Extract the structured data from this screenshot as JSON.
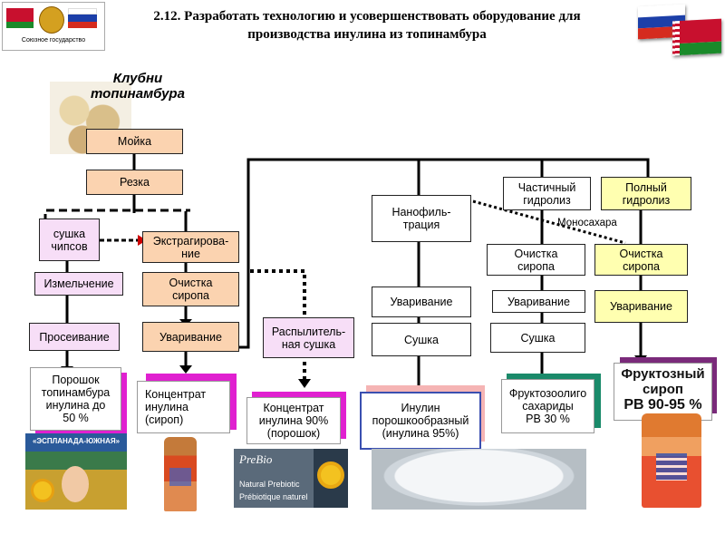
{
  "header": {
    "title_line1": "2.12. Разработать технологию и усовершенствовать оборудование для",
    "title_line2": "производства инулина из топинамбура",
    "logo_caption": "Союзное государство"
  },
  "labels": {
    "tubers": "Клубни\nтопинамбура",
    "monosugars": "Моносахара"
  },
  "steps": {
    "washing": "Мойка",
    "cutting": "Резка",
    "drying_chips": "сушка\nчипсов",
    "grinding": "Измельчение",
    "sieving": "Просеивание",
    "extraction": "Экстрагирова-\nние",
    "syrup_cleaning_1": "Очистка\nсиропа",
    "boiling_1": "Уваривание",
    "spray_drying": "Распылитель-\nная сушка",
    "nanofiltration": "Нанофиль-\nтрация",
    "boiling_2": "Уваривание",
    "drying_2": "Сушка",
    "partial_hydrolysis": "Частичный\nгидролиз",
    "syrup_cleaning_2": "Очистка\nсиропа",
    "boiling_3": "Уваривание",
    "drying_3": "Сушка",
    "full_hydrolysis": "Полный\nгидролиз",
    "syrup_cleaning_3": "Очистка\nсиропа",
    "boiling_4": "Уваривание"
  },
  "products": {
    "powder": "Порошок\nтопинамбура\nинулина до\n50 %",
    "concentrate_syrup": "Концентрат\nинулина\n(сироп)",
    "concentrate_powder": "Концентрат\nинулина 90%\n(порошок)",
    "inulin_powder": "Инулин\nпорошкообразный\n(инулина 95%)",
    "fos": "Фруктозоолиго\nсахариды\nРВ 30 %",
    "fructose_syrup_1": "Фруктозный\nсироп",
    "fructose_syrup_2": "РВ 90-95 %"
  },
  "photos": {
    "esplanada_label": "«ЭСПЛАНАДА-ЮЖНАЯ»",
    "prebio_brand": "PreBio",
    "prebio_line1": "Natural Prebiotic",
    "prebio_line2": "Prébiotique naturel"
  },
  "colors": {
    "peach": "#fbd3b0",
    "pink": "#f7def7",
    "yellow": "#ffffb0",
    "magenta_shadow": "#e020d0",
    "green_shadow": "#1a8a6a",
    "purple_shadow": "#7a2a7a"
  }
}
